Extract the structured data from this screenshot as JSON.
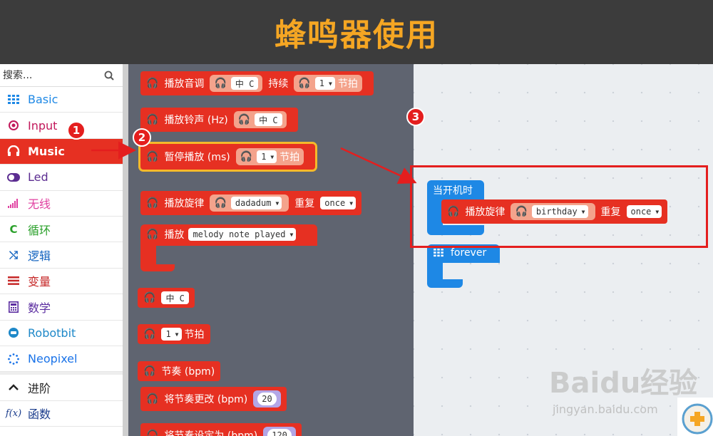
{
  "header": {
    "title": "蜂鸣器使用"
  },
  "search": {
    "placeholder": "搜索..."
  },
  "colors": {
    "header_bg": "#3c3c3c",
    "title": "#f5a623",
    "music": "#e63022",
    "flyout": "#5f6470",
    "basic": "#1e88e5",
    "input": "#c2185b",
    "led": "#5c2d91",
    "radio": "#e040a0",
    "loops": "#2aa02a",
    "logic": "#1565c0",
    "variables": "#c62828",
    "math": "#5b2da0",
    "robotbit": "#1e88c8",
    "neopixel": "#1a73e8",
    "advanced": "#222222",
    "functions": "#1a3c8c",
    "annotation": "#e41e1e"
  },
  "categories": [
    {
      "label": "Basic",
      "icon": "grid-icon"
    },
    {
      "label": "Input",
      "icon": "radio-button-icon"
    },
    {
      "label": "Music",
      "icon": "headphones-icon",
      "active": true
    },
    {
      "label": "Led",
      "icon": "toggle-icon"
    },
    {
      "label": "无线",
      "icon": "signal-bars-icon"
    },
    {
      "label": "循环",
      "icon": "refresh-icon"
    },
    {
      "label": "逻辑",
      "icon": "shuffle-icon"
    },
    {
      "label": "变量",
      "icon": "list-icon"
    },
    {
      "label": "数学",
      "icon": "calculator-icon"
    },
    {
      "label": "Robotbit",
      "icon": "robot-icon"
    },
    {
      "label": "Neopixel",
      "icon": "dotted-circle-icon"
    }
  ],
  "advanced": {
    "label": "进阶",
    "icon": "chevron-up-icon"
  },
  "functions": {
    "label": "函数",
    "icon": "fx-icon"
  },
  "flyout": {
    "play_tone": {
      "label": "播放音调",
      "note": "中 C",
      "dur_label": "持续",
      "beat": "1",
      "beat_unit": "节拍"
    },
    "ring_tone": {
      "label": "播放铃声 (Hz)",
      "note": "中 C"
    },
    "rest": {
      "label": "暂停播放 (ms)",
      "beat": "1",
      "beat_unit": "节拍"
    },
    "play_melody": {
      "label": "播放旋律",
      "melody": "dadadum",
      "repeat_label": "重复",
      "repeat": "once"
    },
    "on_event": {
      "label": "播放",
      "event": "melody note played"
    },
    "note_value": {
      "note": "中 C"
    },
    "beat_value": {
      "beat": "1",
      "unit": "节拍"
    },
    "tempo": {
      "label": "节奏 (bpm)"
    },
    "change_tempo": {
      "label": "将节奏更改 (bpm)",
      "value": "20"
    },
    "set_tempo": {
      "label": "将节奏设定为 (bpm)",
      "value": "120"
    }
  },
  "workspace": {
    "on_start": {
      "label": "当开机时"
    },
    "melody": {
      "label": "播放旋律",
      "melody": "birthday",
      "repeat_label": "重复",
      "repeat": "once"
    },
    "forever": {
      "label": "forever"
    }
  },
  "badges": [
    "1",
    "2",
    "3"
  ],
  "watermark": {
    "brand": "Baidu经验",
    "url": "jingyan.baidu.com"
  }
}
